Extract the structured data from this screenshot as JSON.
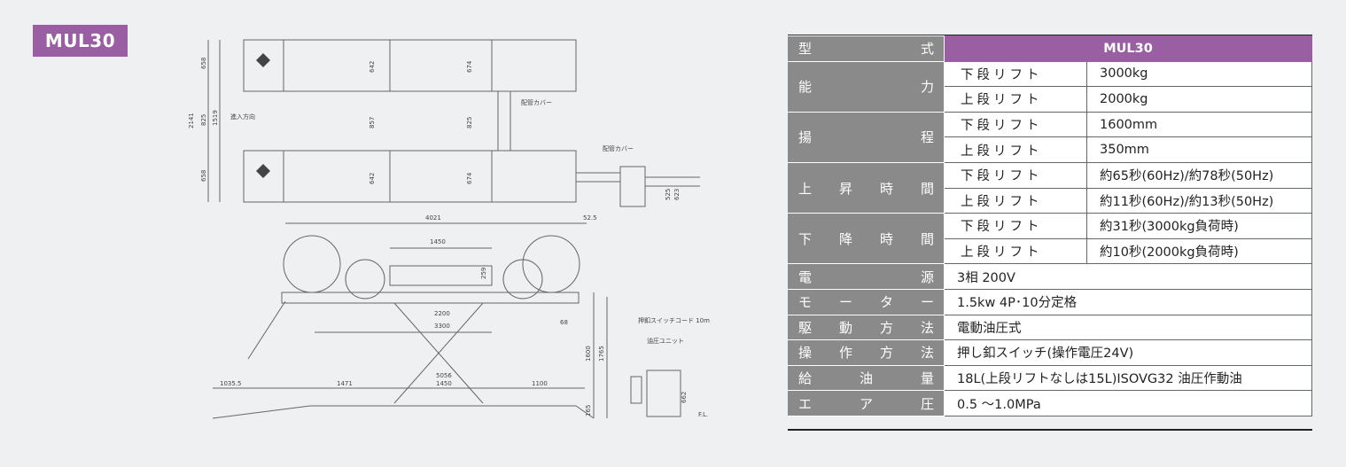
{
  "badge": {
    "label": "MUL30"
  },
  "drawing": {
    "dims_top": [
      "658",
      "642",
      "674",
      "825",
      "1519",
      "857",
      "825",
      "2141",
      "658",
      "642",
      "674"
    ],
    "labels_top": [
      "進入方向",
      "配管カバー",
      "配管カバー"
    ],
    "dims_side": [
      "525",
      "623"
    ],
    "dims_front": [
      "4021",
      "52.5",
      "1450",
      "259",
      "2200",
      "3300",
      "68",
      "1600",
      "1765",
      "5056",
      "1035.5",
      "1471",
      "1450",
      "1100",
      "165",
      "662"
    ],
    "labels_front": [
      "押釦スイッチコード 10m",
      "油圧ユニット",
      "F.L."
    ]
  },
  "spec": {
    "header": {
      "label": "型式",
      "chars": [
        "型",
        "式"
      ],
      "value": "MUL30"
    },
    "rows": [
      {
        "group_chars": [
          "能",
          "力"
        ],
        "sub": "下段リフト",
        "value": "3000kg"
      },
      {
        "sub": "上段リフト",
        "value": "2000kg"
      },
      {
        "group_chars": [
          "揚",
          "程"
        ],
        "sub": "下段リフト",
        "value": "1600mm"
      },
      {
        "sub": "上段リフト",
        "value": "350mm"
      },
      {
        "group_chars": [
          "上",
          "昇",
          "時",
          "間"
        ],
        "sub": "下段リフト",
        "value": "約65秒(60Hz)/約78秒(50Hz)"
      },
      {
        "sub": "上段リフト",
        "value": "約11秒(60Hz)/約13秒(50Hz)"
      },
      {
        "group_chars": [
          "下",
          "降",
          "時",
          "間"
        ],
        "sub": "下段リフト",
        "value": "約31秒(3000kg負荷時)"
      },
      {
        "sub": "上段リフト",
        "value": "約10秒(2000kg負荷時)"
      }
    ],
    "singles": [
      {
        "chars": [
          "電",
          "源"
        ],
        "value": "3相 200V"
      },
      {
        "chars": [
          "モ",
          "ー",
          "タ",
          "ー"
        ],
        "value": "1.5kw 4P･10分定格"
      },
      {
        "chars": [
          "駆",
          "動",
          "方",
          "法"
        ],
        "value": "電動油圧式"
      },
      {
        "chars": [
          "操",
          "作",
          "方",
          "法"
        ],
        "value": "押し釦スイッチ(操作電圧24V)"
      },
      {
        "chars": [
          "給",
          "油",
          "量"
        ],
        "value": "18L(上段リフトなしは15L)ISOVG32 油圧作動油"
      },
      {
        "chars": [
          "エ",
          "ア",
          "圧"
        ],
        "value": "0.5 ～1.0MPa"
      }
    ]
  },
  "colors": {
    "accent": "#9a5fa3",
    "label_bg": "#8a8a8a",
    "page_bg": "#eef0f2"
  }
}
